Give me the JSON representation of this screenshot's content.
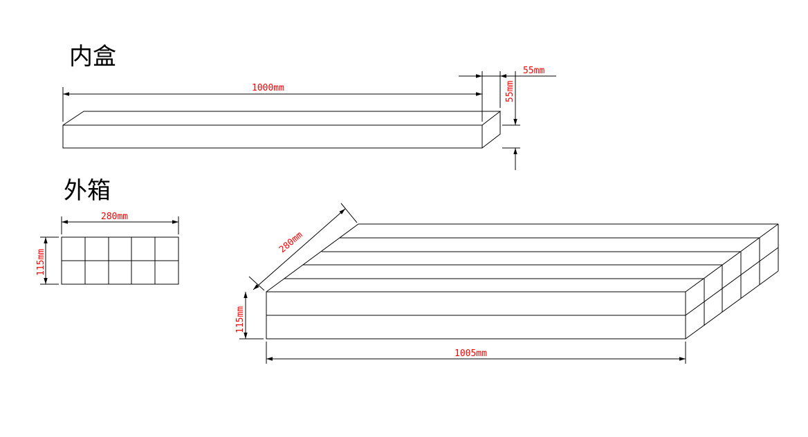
{
  "headings": {
    "inner_box": "内盒",
    "outer_box": "外箱"
  },
  "inner_box": {
    "length_label": "1000mm",
    "width_label": "55mm",
    "height_label": "55mm"
  },
  "outer_box_front": {
    "width_label": "280mm",
    "height_label": "115mm",
    "grid": {
      "rows": 2,
      "cols": 5
    }
  },
  "outer_box_iso": {
    "depth_label": "280mm",
    "height_label": "115mm",
    "length_label": "1005mm"
  },
  "colors": {
    "line": "#000000",
    "dimension_text": "#ff0000"
  }
}
